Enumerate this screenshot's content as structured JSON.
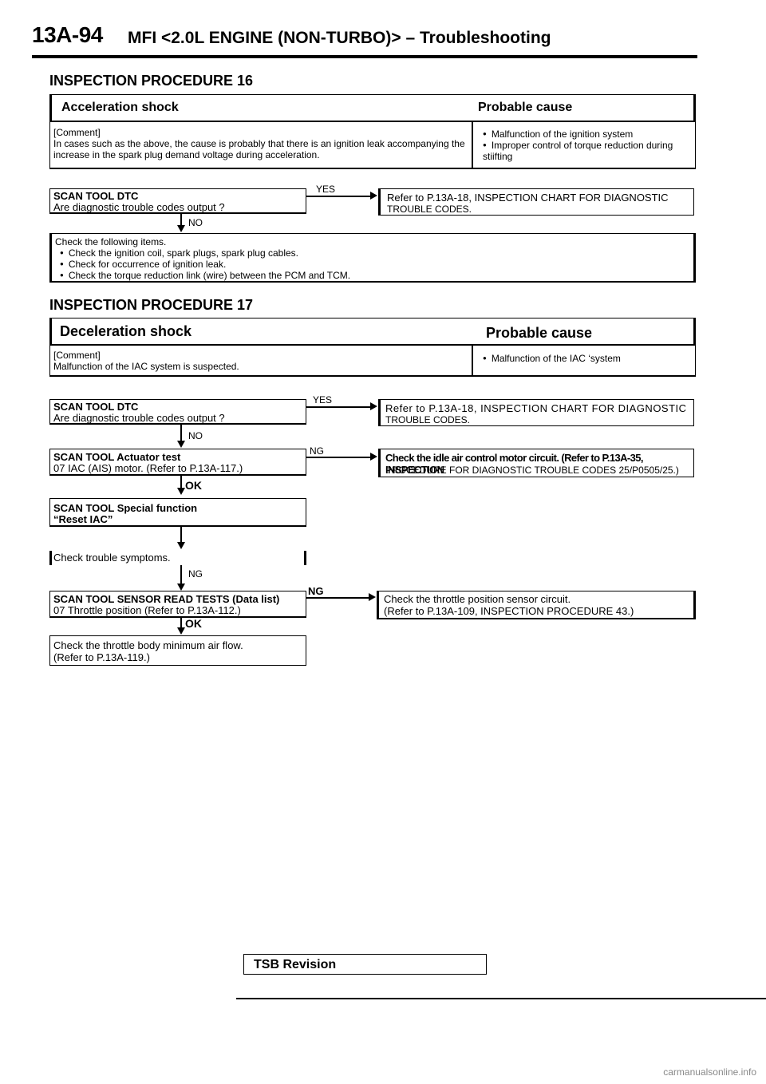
{
  "header": {
    "code": "13A-94",
    "title": "MFI <2.0L ENGINE (NON-TURBO)> – Troubleshooting"
  },
  "proc16": {
    "title": "INSPECTION PROCEDURE 16",
    "symptom": "Acceleration shock",
    "cause_head": "Probable cause",
    "comment_label": "[Comment]",
    "comment": "In cases such as the above, the cause is probably that there is an ignition leak accompanying the increase in the spark plug demand voltage during acceleration.",
    "causes": [
      "Malfunction of the ignition system",
      "Improper control of torque reduction during stiifting"
    ],
    "dtc_title": "SCAN TOOL DTC",
    "dtc_question": "Are diagnostic trouble codes output ?",
    "yes_label": "YES",
    "no_label": "NO",
    "yes_action_1": "Refer to P.13A-18, INSPECTION CHART FOR DIAGNOSTIC",
    "yes_action_2": "TROUBLE CODES.",
    "check_intro": "Check the following items.",
    "check_items": [
      "Check the ignition coil, spark plugs, spark plug cables.",
      "Check for occurrence of ignition leak.",
      "Check the torque reduction link (wire) between the PCM and TCM."
    ]
  },
  "proc17": {
    "title": "INSPECTION PROCEDURE 17",
    "symptom": "Deceleration shock",
    "cause_head": "Probable cause",
    "comment_label": "[Comment]",
    "comment": "Malfunction of the IAC system is suspected.",
    "causes": [
      "Malfunction of the IAC ‘system"
    ],
    "dtc_title": "SCAN TOOL DTC",
    "dtc_question": "Are diagnostic trouble codes output ?",
    "yes_label": "YES",
    "no_label": "NO",
    "yes_action_1": "Refer to P.13A-18, INSPECTION CHART FOR DIAGNOSTIC",
    "yes_action_2": "TROUBLE CODES.",
    "actuator_title": "SCAN TOOL Actuator test",
    "actuator_text": "07 IAC (AIS) motor. (Refer to P.13A-117.)",
    "ng_label_1": "NG",
    "ng_action_1": "Check the idle air control motor circuit. (Refer to P.13A-35, INSPECTION",
    "ng_action_2": "PROCEDURE FOR DIAGNOSTIC TROUBLE CODES 25/P0505/25.)",
    "ok_label_1": "OK",
    "special_title": "SCAN TOOL Special function",
    "special_text": "“Reset IAC”",
    "check_symptoms": "Check trouble symptoms.",
    "ng_label_2": "NG",
    "sensor_title": "SCAN TOOL SENSOR READ TESTS (Data list)",
    "sensor_text": "07 Throttle position (Refer to P.13A-112.)",
    "ng_label_3": "NG",
    "tps_action_1": "Check the throttle position sensor circuit.",
    "tps_action_2": "(Refer to P.13A-109, INSPECTION PROCEDURE 43.)",
    "ok_label_2": "OK",
    "airflow_1": "Check the throttle body minimum air flow.",
    "airflow_2": "(Refer to P.13A-119.)"
  },
  "footer": {
    "tsb": "TSB Revision",
    "watermark": "carmanualsonline.info"
  }
}
